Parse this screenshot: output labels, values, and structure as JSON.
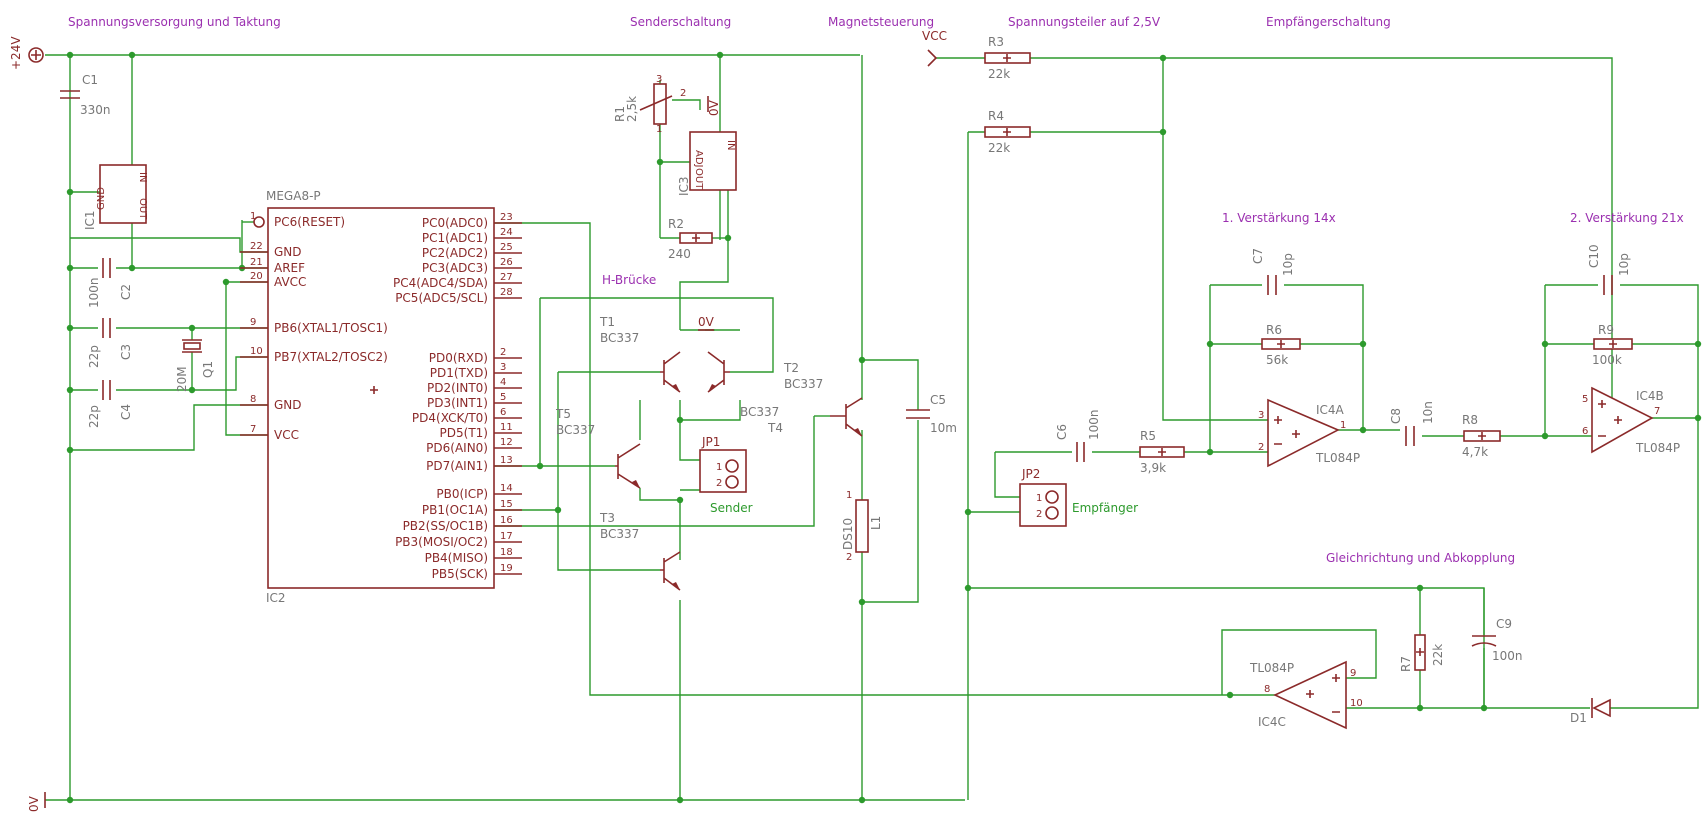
{
  "sections": {
    "supply": "Spannungsversorgung und Taktung",
    "sender": "Senderschaltung",
    "magnet": "Magnetsteuerung",
    "divider": "Spannungsteiler auf 2,5V",
    "receiver": "Empfängerschaltung",
    "amp1": "1. Verstärkung 14x",
    "amp2": "2. Verstärkung 21x",
    "hbridge": "H-Brücke",
    "rectifier": "Gleichrichtung und Abkopplung"
  },
  "nets": {
    "v24": "+24V",
    "gnd": "0V",
    "vcc": "VCC",
    "gnd_reg": "0V"
  },
  "mcu": {
    "value": "MEGA8-P",
    "name": "IC2",
    "pins_left": [
      {
        "num": "1",
        "label": "PC6(RESET)"
      },
      {
        "num": "22",
        "label": "GND"
      },
      {
        "num": "21",
        "label": "AREF"
      },
      {
        "num": "20",
        "label": "AVCC"
      },
      {
        "num": "9",
        "label": "PB6(XTAL1/TOSC1)"
      },
      {
        "num": "10",
        "label": "PB7(XTAL2/TOSC2)"
      },
      {
        "num": "8",
        "label": "GND"
      },
      {
        "num": "7",
        "label": "VCC"
      }
    ],
    "pins_right": [
      {
        "num": "23",
        "label": "PC0(ADC0)"
      },
      {
        "num": "24",
        "label": "PC1(ADC1)"
      },
      {
        "num": "25",
        "label": "PC2(ADC2)"
      },
      {
        "num": "26",
        "label": "PC3(ADC3)"
      },
      {
        "num": "27",
        "label": "PC4(ADC4/SDA)"
      },
      {
        "num": "28",
        "label": "PC5(ADC5/SCL)"
      },
      {
        "num": "2",
        "label": "PD0(RXD)"
      },
      {
        "num": "3",
        "label": "PD1(TXD)"
      },
      {
        "num": "4",
        "label": "PD2(INT0)"
      },
      {
        "num": "5",
        "label": "PD3(INT1)"
      },
      {
        "num": "6",
        "label": "PD4(XCK/T0)"
      },
      {
        "num": "11",
        "label": "PD5(T1)"
      },
      {
        "num": "12",
        "label": "PD6(AIN0)"
      },
      {
        "num": "13",
        "label": "PD7(AIN1)"
      },
      {
        "num": "14",
        "label": "PB0(ICP)"
      },
      {
        "num": "15",
        "label": "PB1(OC1A)"
      },
      {
        "num": "16",
        "label": "PB2(SS/OC1B)"
      },
      {
        "num": "17",
        "label": "PB3(MOSI/OC2)"
      },
      {
        "num": "18",
        "label": "PB4(MISO)"
      },
      {
        "num": "19",
        "label": "PB5(SCK)"
      }
    ]
  },
  "components": {
    "C1": {
      "name": "C1",
      "value": "330n"
    },
    "C2": {
      "name": "C2",
      "value": "100n"
    },
    "C3": {
      "name": "C3",
      "value": "22p"
    },
    "C4": {
      "name": "C4",
      "value": "22p"
    },
    "Q1": {
      "name": "Q1",
      "value": "20M"
    },
    "IC1": {
      "name": "IC1",
      "pin_in": "IN",
      "pin_gnd": "GND",
      "pin_out": "OUT"
    },
    "R1": {
      "name": "R1",
      "value": "2,5k",
      "pins": [
        "3",
        "2",
        "1"
      ]
    },
    "IC3": {
      "name": "IC3",
      "pin_adj": "ADJ",
      "pin_out": "OUT",
      "pin_in": "IN"
    },
    "R2": {
      "name": "R2",
      "value": "240"
    },
    "T1": {
      "name": "T1",
      "value": "BC337"
    },
    "T2": {
      "name": "T2",
      "value": "BC337"
    },
    "T3": {
      "name": "T3",
      "value": "BC337"
    },
    "T4": {
      "name": "T4",
      "value": "BC337"
    },
    "T5": {
      "name": "T5",
      "value": "BC337"
    },
    "JP1": {
      "name": "JP1",
      "label": "Sender",
      "pins": [
        "1",
        "2"
      ]
    },
    "C5": {
      "name": "C5",
      "value": "10m"
    },
    "L1": {
      "name": "L1",
      "value": "DS10",
      "pins": [
        "1",
        "2"
      ]
    },
    "R3": {
      "name": "R3",
      "value": "22k"
    },
    "R4": {
      "name": "R4",
      "value": "22k"
    },
    "C6": {
      "name": "C6",
      "value": "100n"
    },
    "R5": {
      "name": "R5",
      "value": "3,9k"
    },
    "JP2": {
      "name": "JP2",
      "label": "Empfänger",
      "pins": [
        "1",
        "2"
      ]
    },
    "C7": {
      "name": "C7",
      "value": "10p"
    },
    "R6": {
      "name": "R6",
      "value": "56k"
    },
    "IC4A": {
      "name": "IC4A",
      "value": "TL084P",
      "pins": [
        "3",
        "2",
        "1"
      ]
    },
    "C8": {
      "name": "C8",
      "value": "10n"
    },
    "R8": {
      "name": "R8",
      "value": "4,7k"
    },
    "C10": {
      "name": "C10",
      "value": "10p"
    },
    "R9": {
      "name": "R9",
      "value": "100k"
    },
    "IC4B": {
      "name": "IC4B",
      "value": "TL084P",
      "pins": [
        "5",
        "6",
        "7"
      ]
    },
    "IC4C": {
      "name": "IC4C",
      "value": "TL084P",
      "pins": [
        "9",
        "10",
        "8"
      ]
    },
    "R7": {
      "name": "R7",
      "value": "22k"
    },
    "C9": {
      "name": "C9",
      "value": "100n"
    },
    "D1": {
      "name": "D1"
    }
  }
}
